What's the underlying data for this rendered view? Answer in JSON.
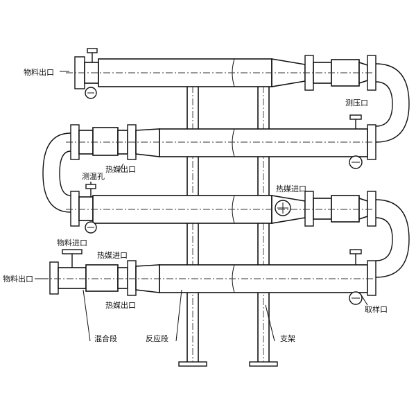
{
  "labels": {
    "outlet_top": "物料出口",
    "outlet_bottom": "物料出口",
    "pressure_port": "测压口",
    "heat_out_mid": "热媒出口",
    "temp_hole": "测温孔",
    "heat_in_right": "热媒进口",
    "material_in": "物料进口",
    "heat_in_left": "热媒进口",
    "heat_out_bottom": "热媒出口",
    "sampling_port": "取样口",
    "mixing_section": "混合段",
    "reaction_section": "反应段",
    "support": "支架"
  },
  "colors": {
    "stroke": "#111111",
    "background": "#ffffff"
  }
}
